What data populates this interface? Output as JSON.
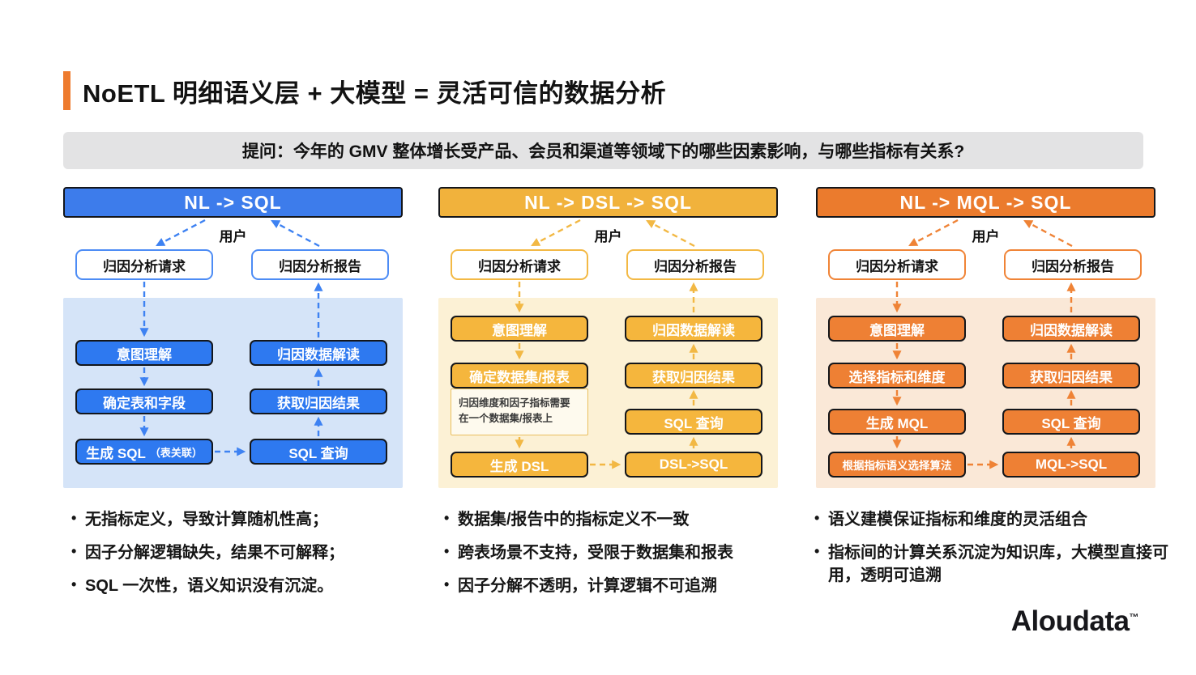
{
  "header": {
    "title": "NoETL 明细语义层 + 大模型 = 灵活可信的数据分析",
    "question": "提问：今年的 GMV 整体增长受产品、会员和渠道等领域下的哪些因素影响，与哪些指标有关系?"
  },
  "columns": [
    {
      "id": "nl-sql",
      "header": "NL -> SQL",
      "user_label": "用户",
      "request_label": "归因分析请求",
      "report_label": "归因分析报告",
      "left_steps": [
        "意图理解",
        "确定表和字段"
      ],
      "sql_gen": {
        "main": "生成 SQL",
        "sub": "（表关联）"
      },
      "right_steps": [
        "归因数据解读",
        "获取归因结果",
        "SQL 查询"
      ],
      "bullets": [
        "无指标定义，导致计算随机性高；",
        "因子分解逻辑缺失，结果不可解释；",
        "SQL 一次性，语义知识没有沉淀。"
      ],
      "colors": {
        "header": "#3D7CEB",
        "box": "#2E79F0",
        "panel": "#D5E4F8",
        "arrow": "#3E82F2"
      }
    },
    {
      "id": "nl-dsl-sql",
      "header": "NL -> DSL -> SQL",
      "user_label": "用户",
      "request_label": "归因分析请求",
      "report_label": "归因分析报告",
      "left_steps": [
        "意图理解",
        "确定数据集/报表"
      ],
      "note": {
        "line1": "归因维度和因子指标需要",
        "line2": "在一个数据集/报表上"
      },
      "gen_step": "生成 DSL",
      "right_steps": [
        "归因数据解读",
        "获取归因结果",
        "SQL 查询",
        "DSL->SQL"
      ],
      "bullets": [
        "数据集/报告中的指标定义不一致",
        "跨表场景不支持，受限于数据集和报表",
        "因子分解不透明，计算逻辑不可追溯"
      ],
      "colors": {
        "header": "#F1B23C",
        "box": "#F5B63D",
        "panel": "#FCF1D5",
        "arrow": "#F2B844"
      }
    },
    {
      "id": "nl-mql-sql",
      "header": "NL -> MQL -> SQL",
      "user_label": "用户",
      "request_label": "归因分析请求",
      "report_label": "归因分析报告",
      "left_steps": [
        "意图理解",
        "选择指标和维度",
        "生成 MQL"
      ],
      "algo_step": "根据指标语义选择算法",
      "right_steps": [
        "归因数据解读",
        "获取归因结果",
        "SQL 查询",
        "MQL->SQL"
      ],
      "bullets": [
        "语义建模保证指标和维度的灵活组合",
        "指标间的计算关系沉淀为知识库，大模型直接可用，透明可追溯"
      ],
      "colors": {
        "header": "#EB7B2D",
        "box": "#EE8034",
        "panel": "#FAE8D7",
        "arrow": "#EF8336"
      }
    }
  ],
  "bullet_glyph": "•",
  "logo": {
    "text": "Aloudata",
    "tm": "™"
  }
}
